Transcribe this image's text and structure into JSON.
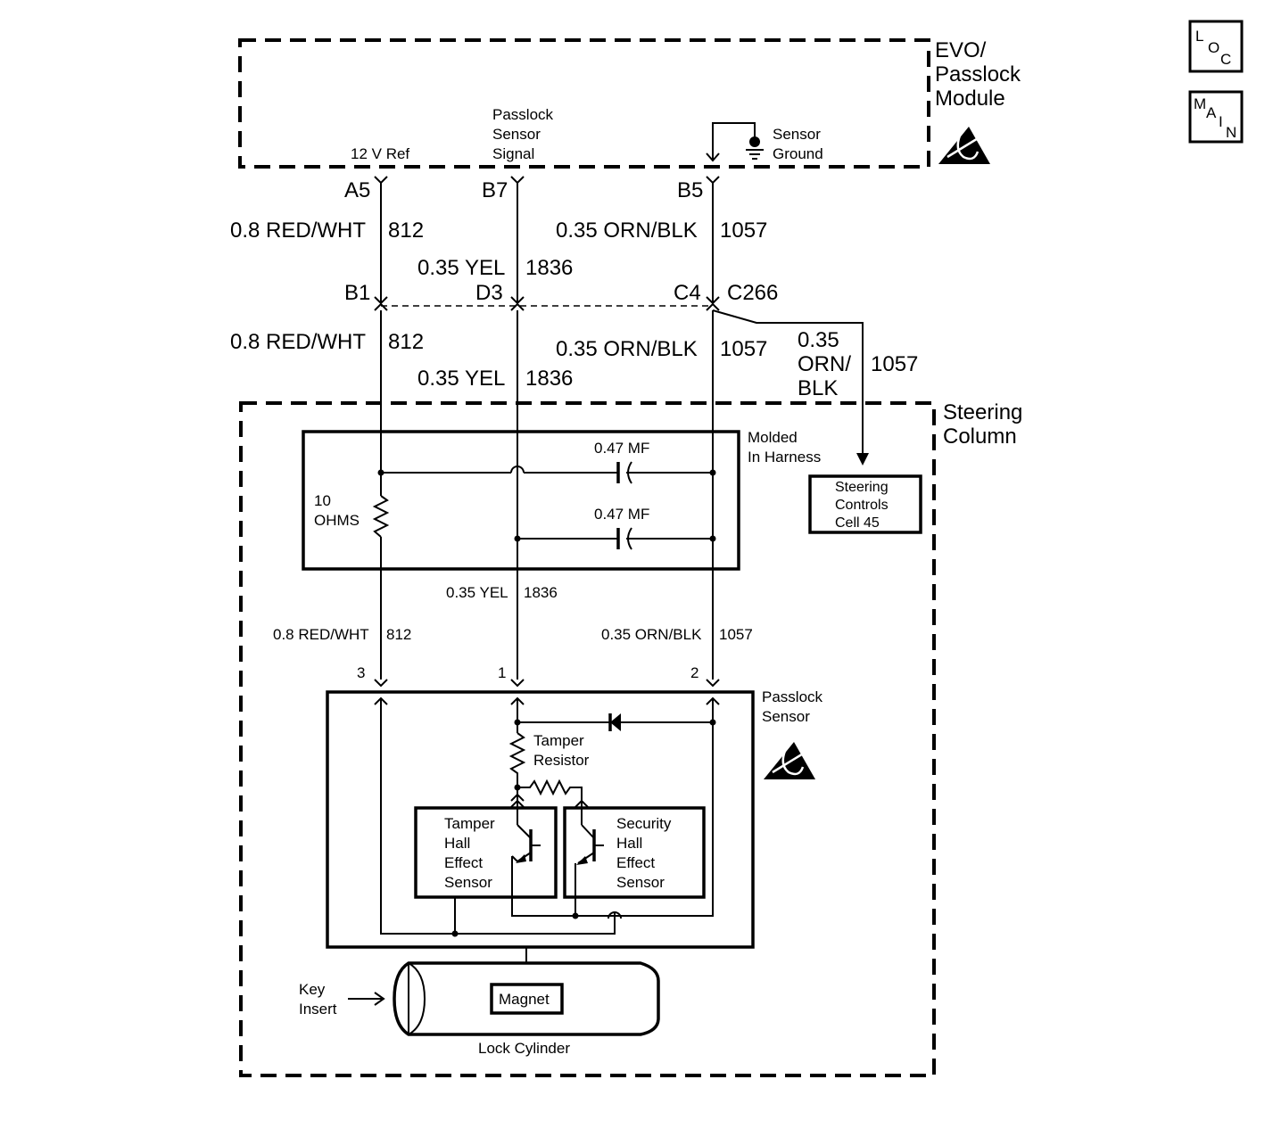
{
  "nav_buttons": {
    "loc": [
      "L",
      "O",
      "C"
    ],
    "main": [
      "M",
      "A",
      "I",
      "N"
    ]
  },
  "module": {
    "name_lines": [
      "EVO/",
      "Passlock",
      "Module"
    ],
    "ref_label": "12 V Ref",
    "signal_label_lines": [
      "Passlock",
      "Sensor",
      "Signal"
    ],
    "ground_label_lines": [
      "Sensor",
      "Ground"
    ]
  },
  "pins": {
    "module": [
      "A5",
      "B7",
      "B5"
    ],
    "connector": [
      "B1",
      "D3",
      "C4"
    ],
    "connector_name": "C266",
    "sensor": [
      "3",
      "1",
      "2"
    ]
  },
  "wires": {
    "red_wht": {
      "size_color": "0.8 RED/WHT",
      "circuit": "812"
    },
    "yel": {
      "size_color": "0.35 YEL",
      "circuit": "1836"
    },
    "orn_blk": {
      "size_color": "0.35 ORN/BLK",
      "circuit": "1057"
    },
    "branch_lines": [
      "0.35",
      "ORN/",
      "BLK"
    ],
    "branch_circuit": "1057"
  },
  "steering_column": {
    "label_lines": [
      "Steering",
      "Column"
    ],
    "harness_label_lines": [
      "Molded",
      "In Harness"
    ],
    "resistor_lines": [
      "10",
      "OHMS"
    ],
    "cap1": "0.47 MF",
    "cap2": "0.47 MF",
    "controls_lines": [
      "Steering",
      "Controls",
      "Cell 45"
    ]
  },
  "passlock_sensor": {
    "label_lines": [
      "Passlock",
      "Sensor"
    ],
    "tamper_resistor_lines": [
      "Tamper",
      "Resistor"
    ],
    "tamper_hall_lines": [
      "Tamper",
      "Hall",
      "Effect",
      "Sensor"
    ],
    "security_hall_lines": [
      "Security",
      "Hall",
      "Effect",
      "Sensor"
    ]
  },
  "lock_cylinder": {
    "key_insert_lines": [
      "Key",
      "Insert"
    ],
    "magnet": "Magnet",
    "label": "Lock Cylinder"
  }
}
